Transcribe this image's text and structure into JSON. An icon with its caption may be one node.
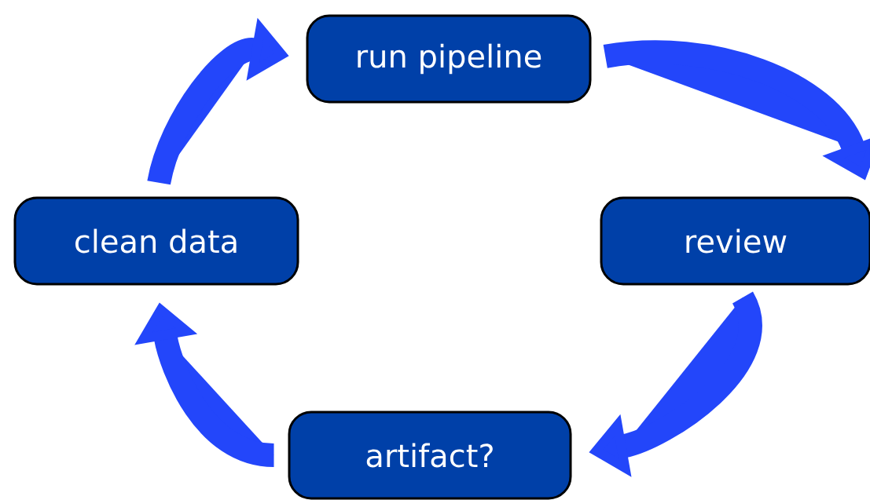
{
  "diagram": {
    "nodes": [
      {
        "text": [
          "run pipeline"
        ]
      },
      {
        "text": [
          "review"
        ]
      },
      {
        "text": [
          "artifact?"
        ]
      },
      {
        "text": [
          "clean data"
        ]
      }
    ],
    "edges": [
      {
        "from": 0,
        "to": 1,
        "arrow": "to"
      },
      {
        "from": 1,
        "to": 2,
        "arrow": "to"
      },
      {
        "from": 2,
        "to": 3,
        "arrow": "to"
      },
      {
        "from": 3,
        "to": 0,
        "arrow": "to"
      }
    ]
  }
}
